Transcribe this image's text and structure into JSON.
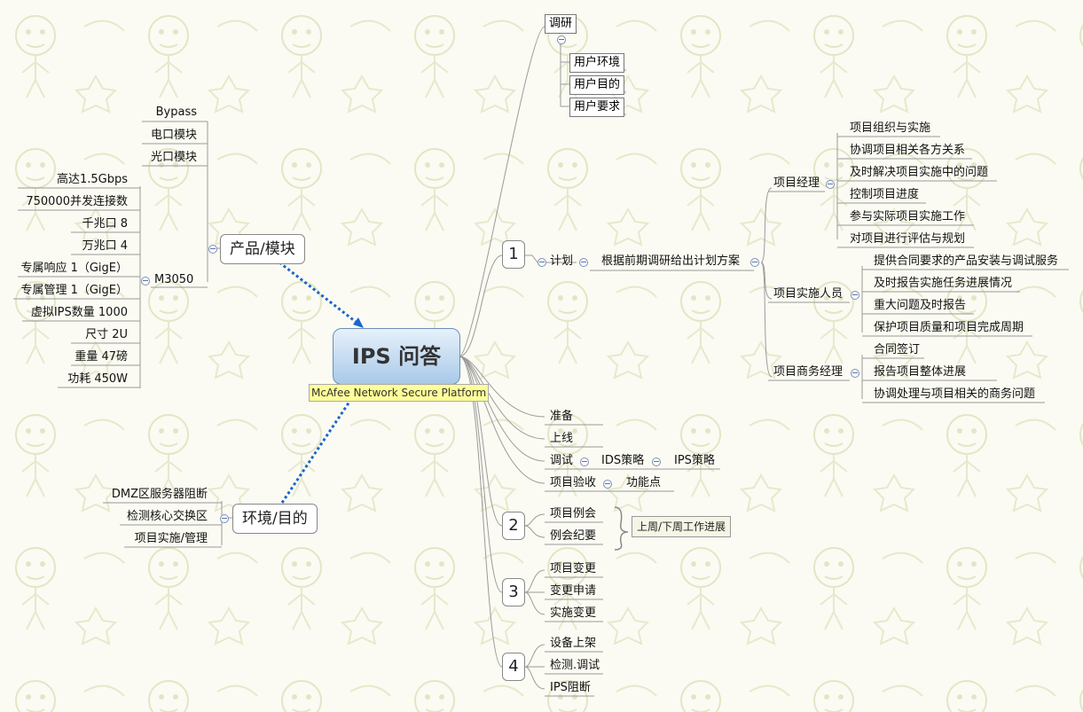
{
  "center": {
    "title": "IPS 问答",
    "subtitle": "McAfee Network Secure Platform"
  },
  "left": {
    "product": {
      "label": "产品/模块",
      "top_items": [
        "Bypass",
        "电口模块",
        "光口模块"
      ],
      "m3050": {
        "label": "M3050",
        "specs": [
          "高达1.5Gbps",
          "750000并发连接数",
          "千兆口 8",
          "万兆口 4",
          "专属响应 1（GigE）",
          "专属管理 1（GigE）",
          "虚拟IPS数量 1000",
          "尺寸 2U",
          "重量 47磅",
          "功耗 450W"
        ]
      }
    },
    "env": {
      "label": "环境/目的",
      "items": [
        "DMZ区服务器阻断",
        "检测核心交换区",
        "项目实施/管理"
      ]
    }
  },
  "right": {
    "survey": {
      "label": "调研",
      "items": [
        "用户环境",
        "用户目的",
        "用户要求"
      ]
    },
    "phase1": {
      "num": "1",
      "plan": {
        "label": "计划",
        "scheme": "根据前期调研给出计划方案",
        "pm": {
          "label": "项目经理",
          "items": [
            "项目组织与实施",
            "协调项目相关各方关系",
            "及时解决项目实施中的问题",
            "控制项目进度",
            "参与实际项目实施工作",
            "对项目进行评估与规划"
          ]
        },
        "staff": {
          "label": "项目实施人员",
          "items": [
            "提供合同要求的产品安装与调试服务",
            "及时报告实施任务进展情况",
            "重大问题及时报告",
            "保护项目质量和项目完成周期"
          ]
        },
        "biz": {
          "label": "项目商务经理",
          "items": [
            "合同签订",
            "报告项目整体进展",
            "协调处理与项目相关的商务问题"
          ]
        }
      },
      "prepare": "准备",
      "online": "上线",
      "debug": {
        "label": "调试",
        "ids": "IDS策略",
        "ips": "IPS策略"
      },
      "accept": {
        "label": "项目验收",
        "func": "功能点"
      }
    },
    "phase2": {
      "num": "2",
      "items": [
        "项目例会",
        "例会纪要"
      ],
      "note": "上周/下周工作进展"
    },
    "phase3": {
      "num": "3",
      "items": [
        "项目变更",
        "变更申请",
        "实施变更"
      ]
    },
    "phase4": {
      "num": "4",
      "items": [
        "设备上架",
        "检测.调试",
        "IPS阻断"
      ]
    }
  }
}
